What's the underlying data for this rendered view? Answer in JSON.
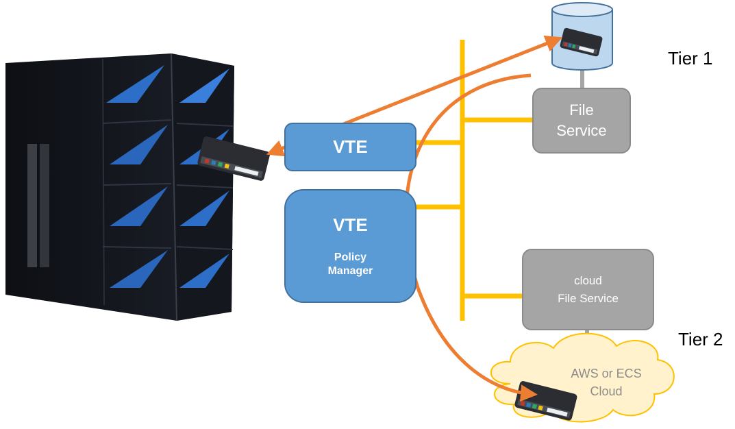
{
  "tiers": {
    "tier1": "Tier 1",
    "tier2": "Tier 2"
  },
  "vte_top": {
    "label": "VTE"
  },
  "vte_policy": {
    "label": "VTE",
    "sub_line1": "Policy",
    "sub_line2": "Manager"
  },
  "file_service_tier1": {
    "line1": "File",
    "line2": "Service"
  },
  "file_service_cloud": {
    "line1": "cloud",
    "line2": "File Service"
  },
  "cloud": {
    "line1": "AWS or ECS",
    "line2": "Cloud"
  },
  "colors": {
    "vte_blue": "#5b9bd5",
    "service_gray": "#a5a5a5",
    "bus_yellow": "#ffc000",
    "arrow_orange": "#ed7d31",
    "cloud_fill": "#fff2cc",
    "db_fill": "#bdd7ee"
  },
  "icons": {
    "mainframe": "ibm-z-mainframe-icon",
    "tape": "tape-cartridge-icon",
    "database": "database-cylinder-icon"
  }
}
